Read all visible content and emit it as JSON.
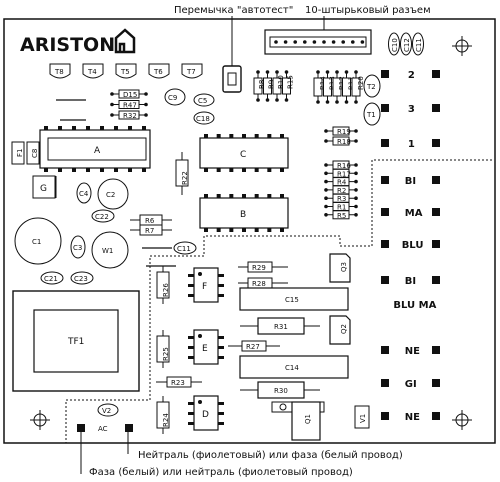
{
  "captions": {
    "autotest_jumper": "Перемычка \"автотест\"",
    "connector_10pin": "10-штырьковый разъем",
    "neutral_phase": "Нейтраль  (фиолетовый)  или  фаза  (белый провод)",
    "phase_neutral": "Фаза  (белый)  или  нейтраль  (фиолетовый  провод)"
  },
  "brand": "ARISTON",
  "top_components": [
    "T8",
    "T4",
    "T5",
    "T6",
    "T7"
  ],
  "caps_top": [
    "C10",
    "C12",
    "C11"
  ],
  "resistors_mid": [
    "R8",
    "R9",
    "R10",
    "R15"
  ],
  "resistors_right_vertical": [
    "R14",
    "R13",
    "R12",
    "R11",
    "R20"
  ],
  "resistors_right_stack_a": [
    "R19",
    "R18"
  ],
  "resistors_right_stack_b": [
    "R16",
    "R17",
    "R4",
    "R2",
    "R3",
    "R1",
    "R5"
  ],
  "resistors_left": [
    "D15",
    "R47",
    "R32"
  ],
  "chips": {
    "A": "A",
    "B": "B",
    "C": "C",
    "D": "D",
    "E": "E",
    "F": "F"
  },
  "parts": {
    "C9": "C9",
    "C5": "C5",
    "C18": "C18",
    "R22": "R22",
    "T1": "T1",
    "T2": "T2",
    "F1": "F1",
    "C8": "C8",
    "G": "G",
    "C4": "C4",
    "C2": "C2",
    "C22": "C22",
    "R6": "R6",
    "R7": "R7",
    "C1": "C1",
    "C3": "C3",
    "W1": "W1",
    "C11b": "C11",
    "C21": "C21",
    "C23": "C23",
    "TF1": "TF1",
    "R29": "R29",
    "R28": "R28",
    "R26": "R26",
    "R25": "R25",
    "R24": "R24",
    "R27": "R27",
    "R23": "R23",
    "R31": "R31",
    "R30": "R30",
    "C15": "C15",
    "C14": "C14",
    "Q1": "Q1",
    "Q2": "Q2",
    "Q3": "Q3",
    "V1": "V1",
    "V2": "V2",
    "AC": "AC"
  },
  "terminals_right": [
    "2",
    "3",
    "1",
    "BI",
    "MA",
    "BLU",
    "BI",
    "BLU MA",
    "NE",
    "GI",
    "NE"
  ]
}
